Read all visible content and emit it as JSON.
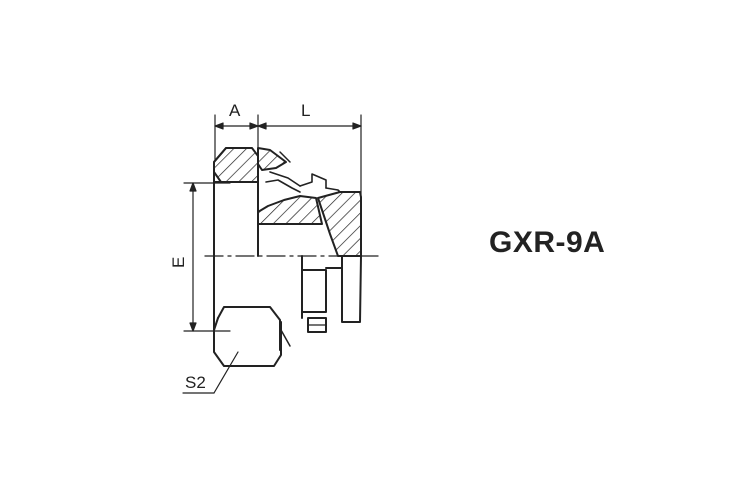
{
  "part_code": "GXR-9A",
  "dimensions": {
    "a": "A",
    "l": "L",
    "e": "E",
    "s2": "S2"
  },
  "colors": {
    "line": "#222222",
    "background": "#ffffff"
  }
}
